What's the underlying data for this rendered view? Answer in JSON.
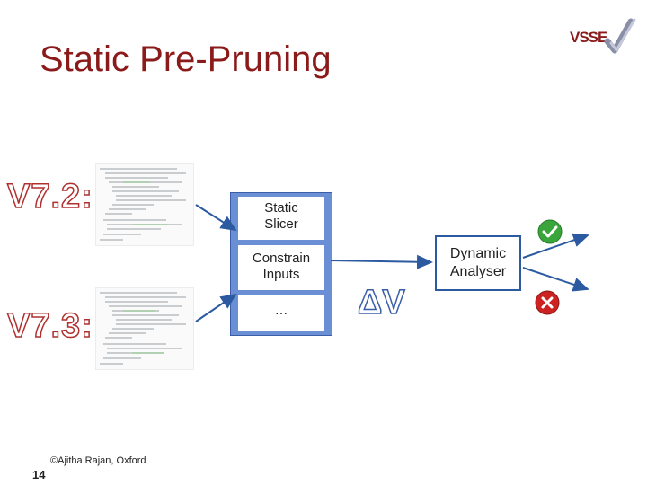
{
  "slide": {
    "title": "Static Pre-Pruning",
    "logo_text": "VSSE",
    "version_a": "V7.2:",
    "version_b": "V7.3:",
    "slicer_box": {
      "static_slicer_line1": "Static",
      "static_slicer_line2": "Slicer",
      "constrain_line1": "Constrain",
      "constrain_line2": "Inputs",
      "more": "…"
    },
    "delta_v": "ΔV",
    "analyser_line1": "Dynamic",
    "analyser_line2": "Analyser",
    "pass_icon": "check-icon",
    "fail_icon": "x-icon",
    "copyright": "©Ajitha Rajan, Oxford",
    "page_number": "14"
  },
  "colors": {
    "title": "#8b1a1a",
    "slicer_box": "#6b8fd4",
    "arrow": "#2c5aa0",
    "version_outline": "#b03030",
    "pass": "#3aa53a",
    "fail": "#cc2222"
  }
}
